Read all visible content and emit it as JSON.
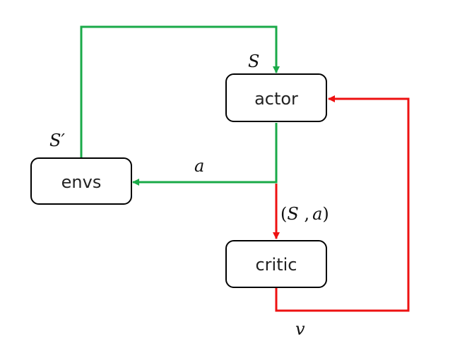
{
  "nodes": {
    "actor": "actor",
    "envs": "envs",
    "critic": "critic"
  },
  "edge_labels": {
    "state": "S",
    "next_state": "S′",
    "action": "a",
    "critic_input_open": "(",
    "critic_input_s": "S",
    "critic_input_comma": " ,",
    "critic_input_a": "a",
    "critic_input_close": ")",
    "value": "v"
  },
  "colors": {
    "green": "#1aaa48",
    "red": "#ee1111",
    "box_stroke": "#000000"
  }
}
